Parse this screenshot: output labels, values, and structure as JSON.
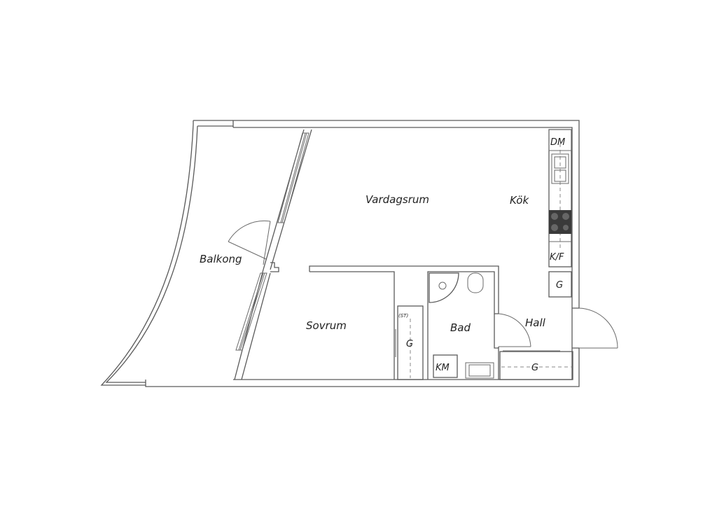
{
  "plan": {
    "rooms": {
      "living_room": "Vardagsrum",
      "kitchen": "Kök",
      "balcony": "Balkong",
      "bedroom": "Sovrum",
      "bathroom": "Bad",
      "hall": "Hall"
    },
    "fixtures": {
      "dishwasher": "DM",
      "fridge_freezer": "K/F",
      "wardrobe_kitchen": "G",
      "wardrobe_bedroom": "G",
      "wardrobe_bedroom_note": "(ST)",
      "washing_machine": "KM",
      "wardrobe_hall": "G"
    },
    "colors": {
      "wall": "#5a5a5a",
      "stove": "#3a3a3a",
      "background": "#ffffff"
    }
  }
}
